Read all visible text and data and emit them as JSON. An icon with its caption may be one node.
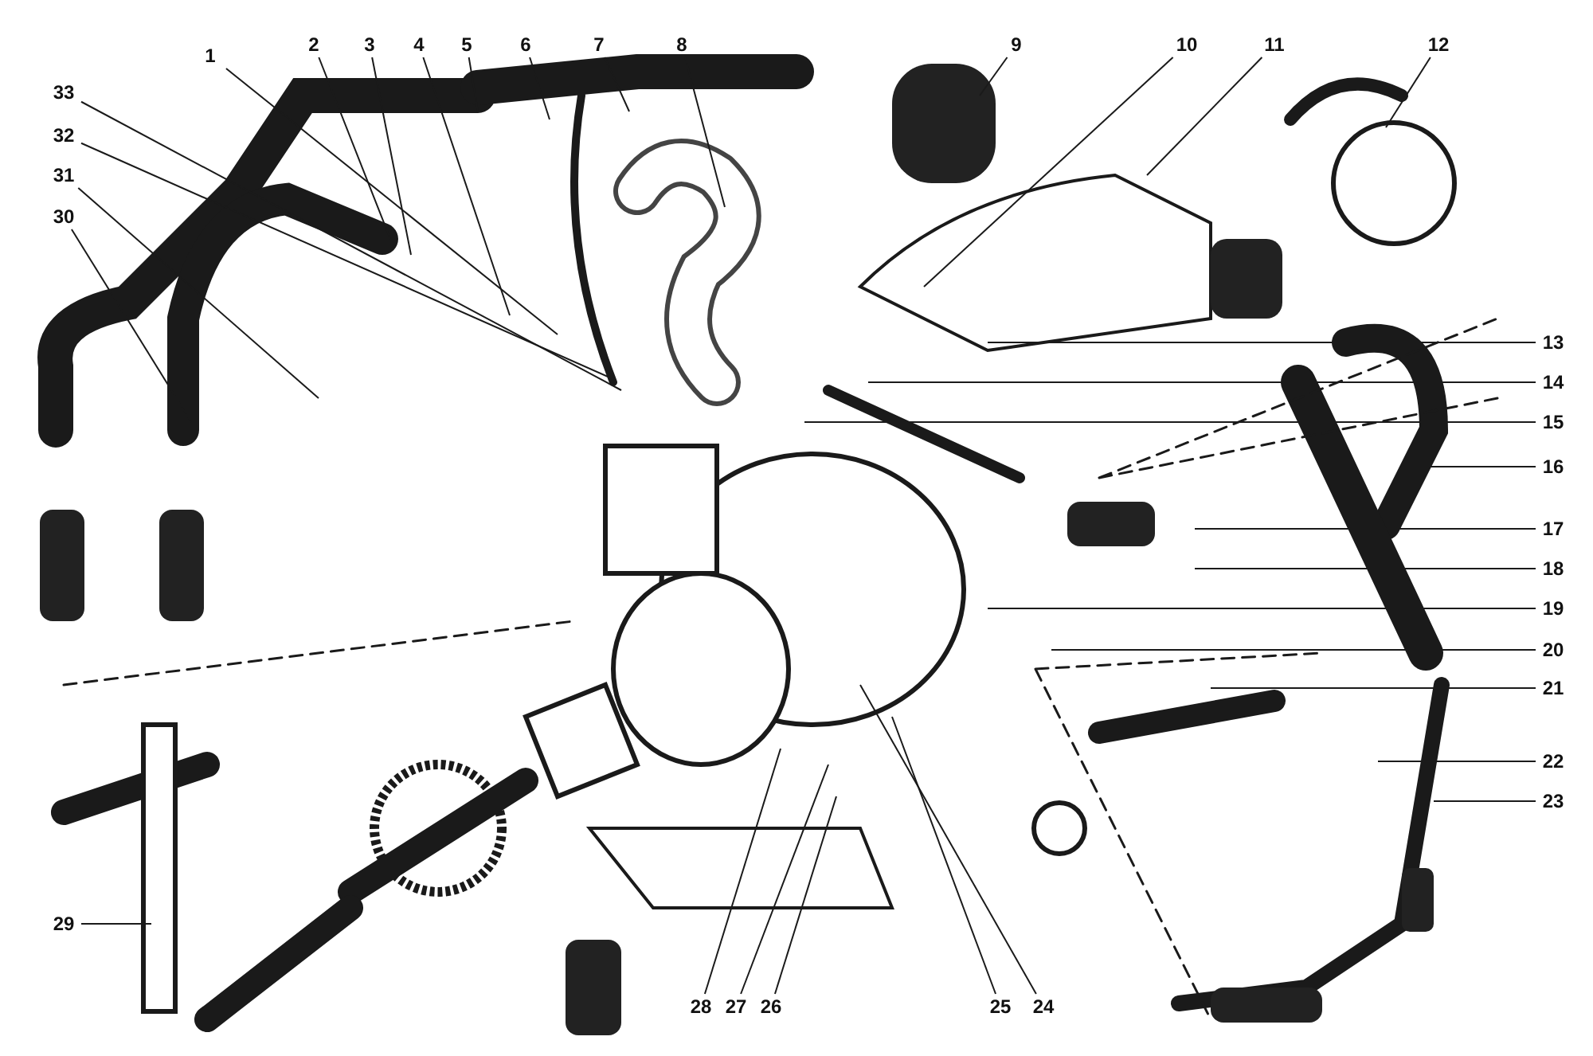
{
  "diagram": {
    "nodes": [
      {
        "text": [
          "1"
        ]
      },
      {
        "text": [
          "2"
        ]
      },
      {
        "text": [
          "3"
        ]
      },
      {
        "text": [
          "4"
        ]
      },
      {
        "text": [
          "5"
        ]
      },
      {
        "text": [
          "6"
        ]
      },
      {
        "text": [
          "7"
        ]
      },
      {
        "text": [
          "8"
        ]
      },
      {
        "text": [
          "9"
        ]
      },
      {
        "text": [
          "10"
        ]
      },
      {
        "text": [
          "11"
        ]
      },
      {
        "text": [
          "12"
        ]
      },
      {
        "text": [
          "33"
        ]
      },
      {
        "text": [
          "32"
        ]
      },
      {
        "text": [
          "31"
        ]
      },
      {
        "text": [
          "30"
        ]
      },
      {
        "text": [
          "13"
        ]
      },
      {
        "text": [
          "14"
        ]
      },
      {
        "text": [
          "15"
        ]
      },
      {
        "text": [
          "16"
        ]
      },
      {
        "text": [
          "17"
        ]
      },
      {
        "text": [
          "18"
        ]
      },
      {
        "text": [
          "19"
        ]
      },
      {
        "text": [
          "20"
        ]
      },
      {
        "text": [
          "21"
        ]
      },
      {
        "text": [
          "22"
        ]
      },
      {
        "text": [
          "23"
        ]
      },
      {
        "text": [
          "29"
        ]
      },
      {
        "text": [
          "28"
        ]
      },
      {
        "text": [
          "27"
        ]
      },
      {
        "text": [
          "26"
        ]
      },
      {
        "text": [
          "25"
        ]
      },
      {
        "text": [
          "24"
        ]
      }
    ],
    "edges": [
      {
        "from": 0,
        "to": null,
        "arrow": "none"
      },
      {
        "from": 1,
        "to": null,
        "arrow": "none"
      },
      {
        "from": 2,
        "to": null,
        "arrow": "none"
      },
      {
        "from": 3,
        "to": null,
        "arrow": "none"
      },
      {
        "from": 4,
        "to": null,
        "arrow": "none"
      },
      {
        "from": 5,
        "to": null,
        "arrow": "none"
      },
      {
        "from": 6,
        "to": null,
        "arrow": "none"
      },
      {
        "from": 7,
        "to": null,
        "arrow": "none"
      },
      {
        "from": 8,
        "to": null,
        "arrow": "none"
      },
      {
        "from": 9,
        "to": null,
        "arrow": "none"
      },
      {
        "from": 10,
        "to": null,
        "arrow": "none"
      },
      {
        "from": 11,
        "to": null,
        "arrow": "none"
      },
      {
        "from": 12,
        "to": null,
        "arrow": "none"
      },
      {
        "from": 13,
        "to": null,
        "arrow": "none"
      },
      {
        "from": 14,
        "to": null,
        "arrow": "none"
      },
      {
        "from": 15,
        "to": null,
        "arrow": "none"
      },
      {
        "from": 16,
        "to": null,
        "arrow": "none"
      },
      {
        "from": 17,
        "to": null,
        "arrow": "none"
      },
      {
        "from": 18,
        "to": null,
        "arrow": "none"
      },
      {
        "from": 19,
        "to": null,
        "arrow": "none"
      },
      {
        "from": 20,
        "to": null,
        "arrow": "none"
      },
      {
        "from": 21,
        "to": null,
        "arrow": "none"
      },
      {
        "from": 22,
        "to": null,
        "arrow": "none"
      },
      {
        "from": 23,
        "to": null,
        "arrow": "none"
      },
      {
        "from": 24,
        "to": null,
        "arrow": "none"
      },
      {
        "from": 25,
        "to": null,
        "arrow": "none"
      },
      {
        "from": 26,
        "to": null,
        "arrow": "none"
      },
      {
        "from": 27,
        "to": null,
        "arrow": "none"
      },
      {
        "from": 28,
        "to": null,
        "arrow": "none"
      },
      {
        "from": 29,
        "to": null,
        "arrow": "none"
      },
      {
        "from": 30,
        "to": null,
        "arrow": "none"
      },
      {
        "from": 31,
        "to": null,
        "arrow": "none"
      },
      {
        "from": 32,
        "to": null,
        "arrow": "none"
      }
    ]
  }
}
